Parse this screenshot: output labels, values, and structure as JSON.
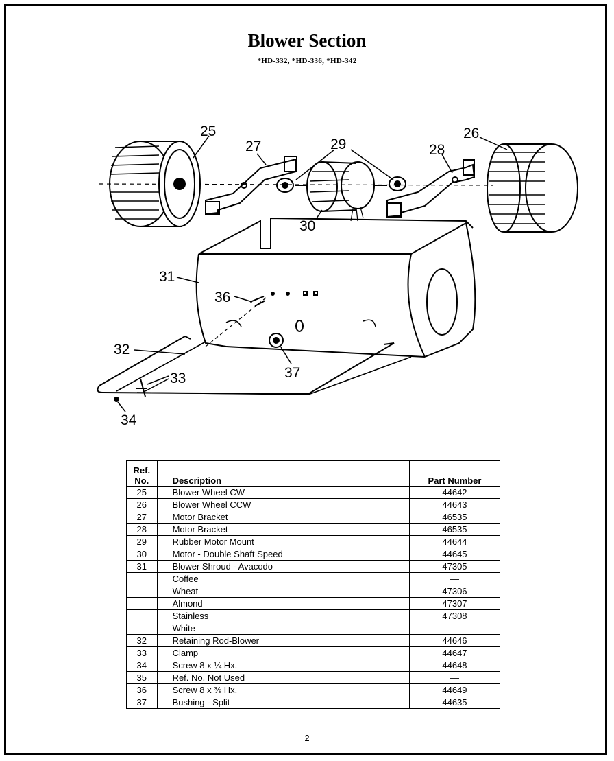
{
  "title": "Blower Section",
  "subtitle": "*HD-332, *HD-336, *HD-342",
  "callouts": {
    "c25": "25",
    "c26": "26",
    "c27": "27",
    "c28": "28",
    "c29": "29",
    "c30": "30",
    "c31": "31",
    "c32": "32",
    "c33": "33",
    "c34": "34",
    "c36": "36",
    "c37": "37"
  },
  "table": {
    "headers": {
      "ref_line1": "Ref.",
      "ref_line2": "No.",
      "description": "Description",
      "part_number": "Part Number"
    },
    "rows": [
      {
        "ref": "25",
        "description": "Blower Wheel CW",
        "part": "44642"
      },
      {
        "ref": "26",
        "description": "Blower Wheel CCW",
        "part": "44643"
      },
      {
        "ref": "27",
        "description": "Motor Bracket",
        "part": "46535"
      },
      {
        "ref": "28",
        "description": "Motor Bracket",
        "part": "46535"
      },
      {
        "ref": "29",
        "description": "Rubber Motor Mount",
        "part": "44644"
      },
      {
        "ref": "30",
        "description": "Motor - Double Shaft Speed",
        "part": "44645"
      },
      {
        "ref": "31",
        "description": "Blower Shroud - Avacodo",
        "part": "47305"
      },
      {
        "ref": "",
        "description": "Coffee",
        "part": "—"
      },
      {
        "ref": "",
        "description": "Wheat",
        "part": "47306"
      },
      {
        "ref": "",
        "description": "Almond",
        "part": "47307"
      },
      {
        "ref": "",
        "description": "Stainless",
        "part": "47308"
      },
      {
        "ref": "",
        "description": "White",
        "part": "—"
      },
      {
        "ref": "32",
        "description": "Retaining Rod-Blower",
        "part": "44646"
      },
      {
        "ref": "33",
        "description": "Clamp",
        "part": "44647"
      },
      {
        "ref": "34",
        "description": "Screw 8 x ¼ Hx.",
        "part": "44648"
      },
      {
        "ref": "35",
        "description": "Ref. No. Not Used",
        "part": "—"
      },
      {
        "ref": "36",
        "description": "Screw 8 x ⅜ Hx.",
        "part": "44649"
      },
      {
        "ref": "37",
        "description": "Bushing - Split",
        "part": "44635"
      }
    ]
  },
  "page_number": "2"
}
